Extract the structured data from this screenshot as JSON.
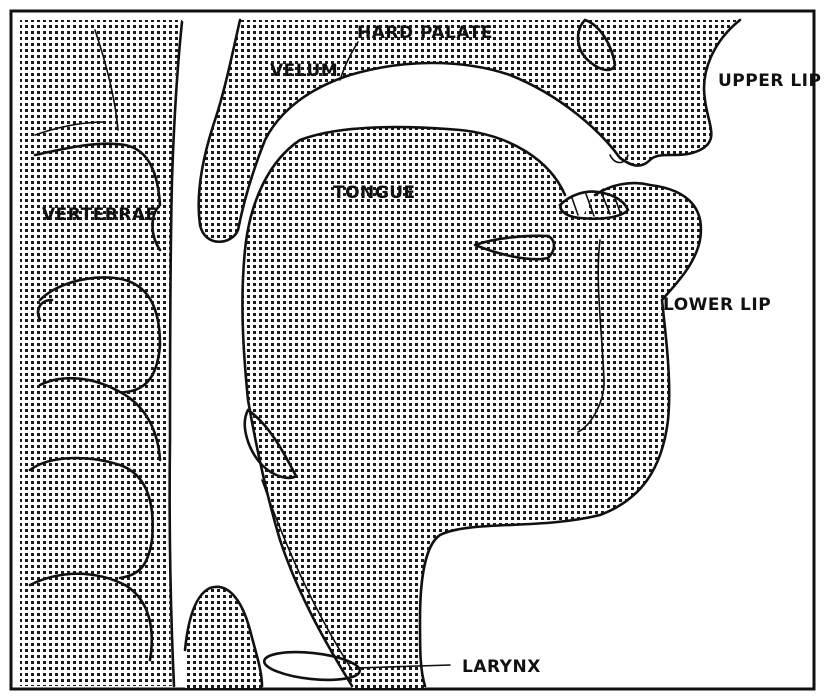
{
  "labels": {
    "hard_palate": "HARD PALATE",
    "velum": "VELUM",
    "upper_lip": "UPPER LIP",
    "tongue": "TONGUE",
    "vertebrae": "VERTEBRAE",
    "lower_lip": "LOWER LIP",
    "larynx": "LARYNX"
  },
  "colors": {
    "ink": "#111111",
    "paper": "#ffffff"
  }
}
